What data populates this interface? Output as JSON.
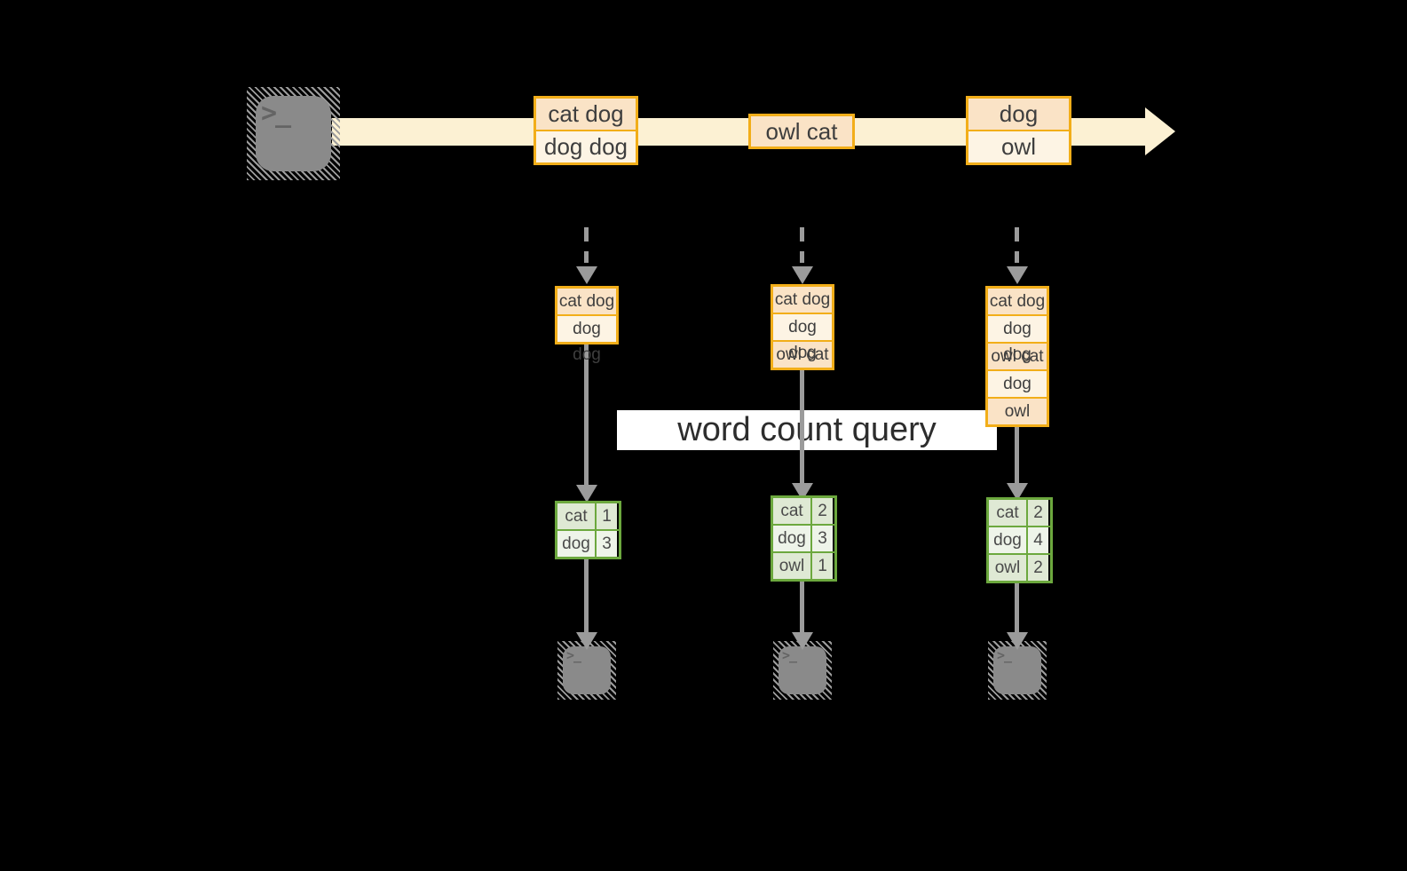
{
  "query_label": "word count query",
  "terminal_glyph": ">_",
  "stream": {
    "boxes": [
      {
        "cells": [
          "cat dog",
          "dog dog"
        ]
      },
      {
        "cells": [
          "owl cat"
        ]
      },
      {
        "cells": [
          "dog",
          "owl"
        ]
      }
    ]
  },
  "stacks": [
    {
      "cells": [
        "cat dog",
        "dog dog"
      ]
    },
    {
      "cells": [
        "cat dog",
        "dog dog",
        "owl cat"
      ]
    },
    {
      "cells": [
        "cat dog",
        "dog dog",
        "owl cat",
        "dog",
        "owl"
      ]
    }
  ],
  "count_tables": [
    {
      "rows": [
        {
          "word": "cat",
          "count": "1"
        },
        {
          "word": "dog",
          "count": "3"
        }
      ]
    },
    {
      "rows": [
        {
          "word": "cat",
          "count": "2"
        },
        {
          "word": "dog",
          "count": "3"
        },
        {
          "word": "owl",
          "count": "1"
        }
      ]
    },
    {
      "rows": [
        {
          "word": "cat",
          "count": "2"
        },
        {
          "word": "dog",
          "count": "4"
        },
        {
          "word": "owl",
          "count": "2"
        }
      ]
    }
  ],
  "colors": {
    "background": "#000000",
    "stream_band": "#FCF1D3",
    "record_peach": "#FAE3C6",
    "record_cream": "#FDF4E4",
    "amber_border": "#F2AE19",
    "green_border": "#6CA83E",
    "green_cell_dark": "#DFE9D4",
    "green_cell_light": "#EEF4E9",
    "arrow_gray": "#9B9B9B",
    "terminal_gray": "#8A8A8A",
    "query_band": "#FFFFFF",
    "text": "#3E3E3E"
  }
}
